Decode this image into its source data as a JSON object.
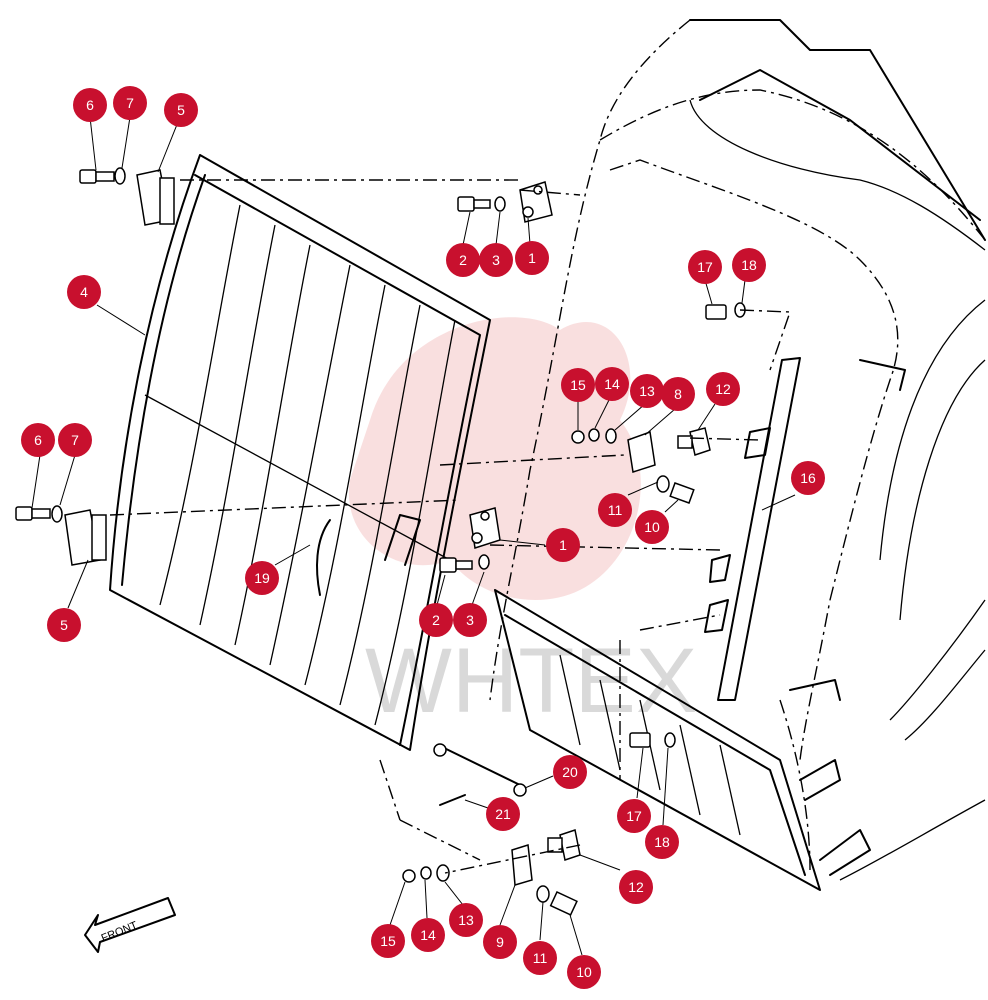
{
  "watermark": {
    "text": "WHTEX",
    "color": "#d9d9d9",
    "logo_color": "#f2b8b8"
  },
  "front_arrow": {
    "label": "FRONT"
  },
  "callout_color": "#c8102e",
  "callouts": [
    {
      "label": "6"
    },
    {
      "label": "7"
    },
    {
      "label": "5"
    },
    {
      "label": "4"
    },
    {
      "label": "2"
    },
    {
      "label": "3"
    },
    {
      "label": "1"
    },
    {
      "label": "17"
    },
    {
      "label": "18"
    },
    {
      "label": "15"
    },
    {
      "label": "14"
    },
    {
      "label": "13"
    },
    {
      "label": "8"
    },
    {
      "label": "12"
    },
    {
      "label": "6"
    },
    {
      "label": "7"
    },
    {
      "label": "11"
    },
    {
      "label": "10"
    },
    {
      "label": "16"
    },
    {
      "label": "1"
    },
    {
      "label": "19"
    },
    {
      "label": "5"
    },
    {
      "label": "2"
    },
    {
      "label": "3"
    },
    {
      "label": "20"
    },
    {
      "label": "21"
    },
    {
      "label": "17"
    },
    {
      "label": "18"
    },
    {
      "label": "12"
    },
    {
      "label": "15"
    },
    {
      "label": "14"
    },
    {
      "label": "13"
    },
    {
      "label": "9"
    },
    {
      "label": "11"
    },
    {
      "label": "10"
    }
  ]
}
